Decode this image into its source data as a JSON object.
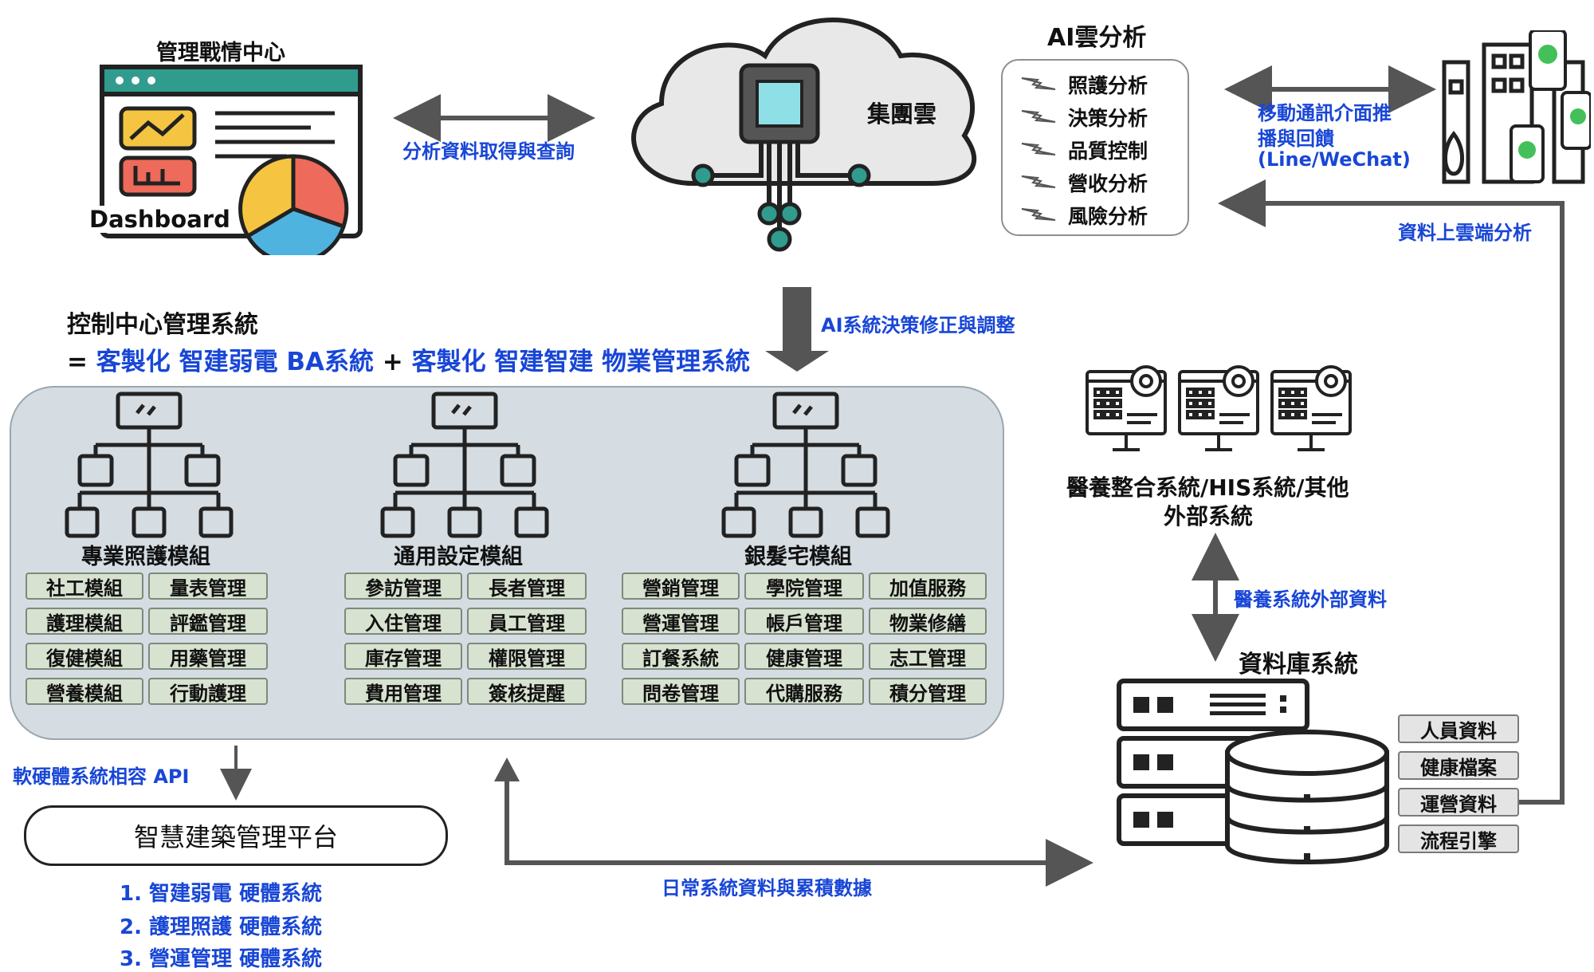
{
  "dashboard": {
    "title": "管理戰情中心",
    "label": "Dashboard"
  },
  "cloud": {
    "label": "集團雲"
  },
  "arrows": {
    "dashboard_cloud": "分析資料取得與查詢",
    "ai_decision": "AI系統決策修正與調整",
    "mobile_push": [
      "移動通訊介面推",
      "播與回饋",
      "(Line/WeChat)"
    ],
    "cloud_upload": "資料上雲端分析",
    "medical_external": "醫養系統外部資料",
    "api_compat": "軟硬體系統相容 API",
    "daily_data": "日常系統資料與累積數據"
  },
  "ai_analysis": {
    "title": "AI雲分析",
    "items": [
      "照護分析",
      "決策分析",
      "品質控制",
      "營收分析",
      "風險分析"
    ]
  },
  "control_center": {
    "title": "控制中心管理系統",
    "subtitle_prefix": "=",
    "subtitle_part1": "客製化 智建弱電 BA系統",
    "subtitle_plus": "+",
    "subtitle_part2": "客製化 智建智建 物業管理系統"
  },
  "modules": [
    {
      "name": "專業照護模組",
      "items": [
        "社工模組",
        "量表管理",
        "護理模組",
        "評鑑管理",
        "復健模組",
        "用藥管理",
        "營養模組",
        "行動護理"
      ]
    },
    {
      "name": "通用設定模組",
      "items": [
        "參訪管理",
        "長者管理",
        "入住管理",
        "員工管理",
        "庫存管理",
        "權限管理",
        "費用管理",
        "簽核提醒"
      ]
    },
    {
      "name": "銀髮宅模組",
      "items": [
        "營銷管理",
        "學院管理",
        "加值服務",
        "營運管理",
        "帳戶管理",
        "物業修繕",
        "訂餐系統",
        "健康管理",
        "志工管理",
        "問卷管理",
        "代購服務",
        "積分管理"
      ]
    }
  ],
  "his": {
    "line1": "醫養整合系統/HIS系統/其他",
    "line2": "外部系統"
  },
  "database": {
    "title": "資料庫系統",
    "items": [
      "人員資料",
      "健康檔案",
      "運營資料",
      "流程引擎"
    ]
  },
  "platform": {
    "title": "智慧建築管理平台",
    "list": [
      "1. 智建弱電 硬體系統",
      "2. 護理照護 硬體系統",
      "3. 營運管理 硬體系統"
    ]
  },
  "colors": {
    "accent_blue": "#1846d6",
    "panel_bg": "#d5dde2",
    "module_bg": "#d8e2d0",
    "arrow_gray": "#555555"
  }
}
